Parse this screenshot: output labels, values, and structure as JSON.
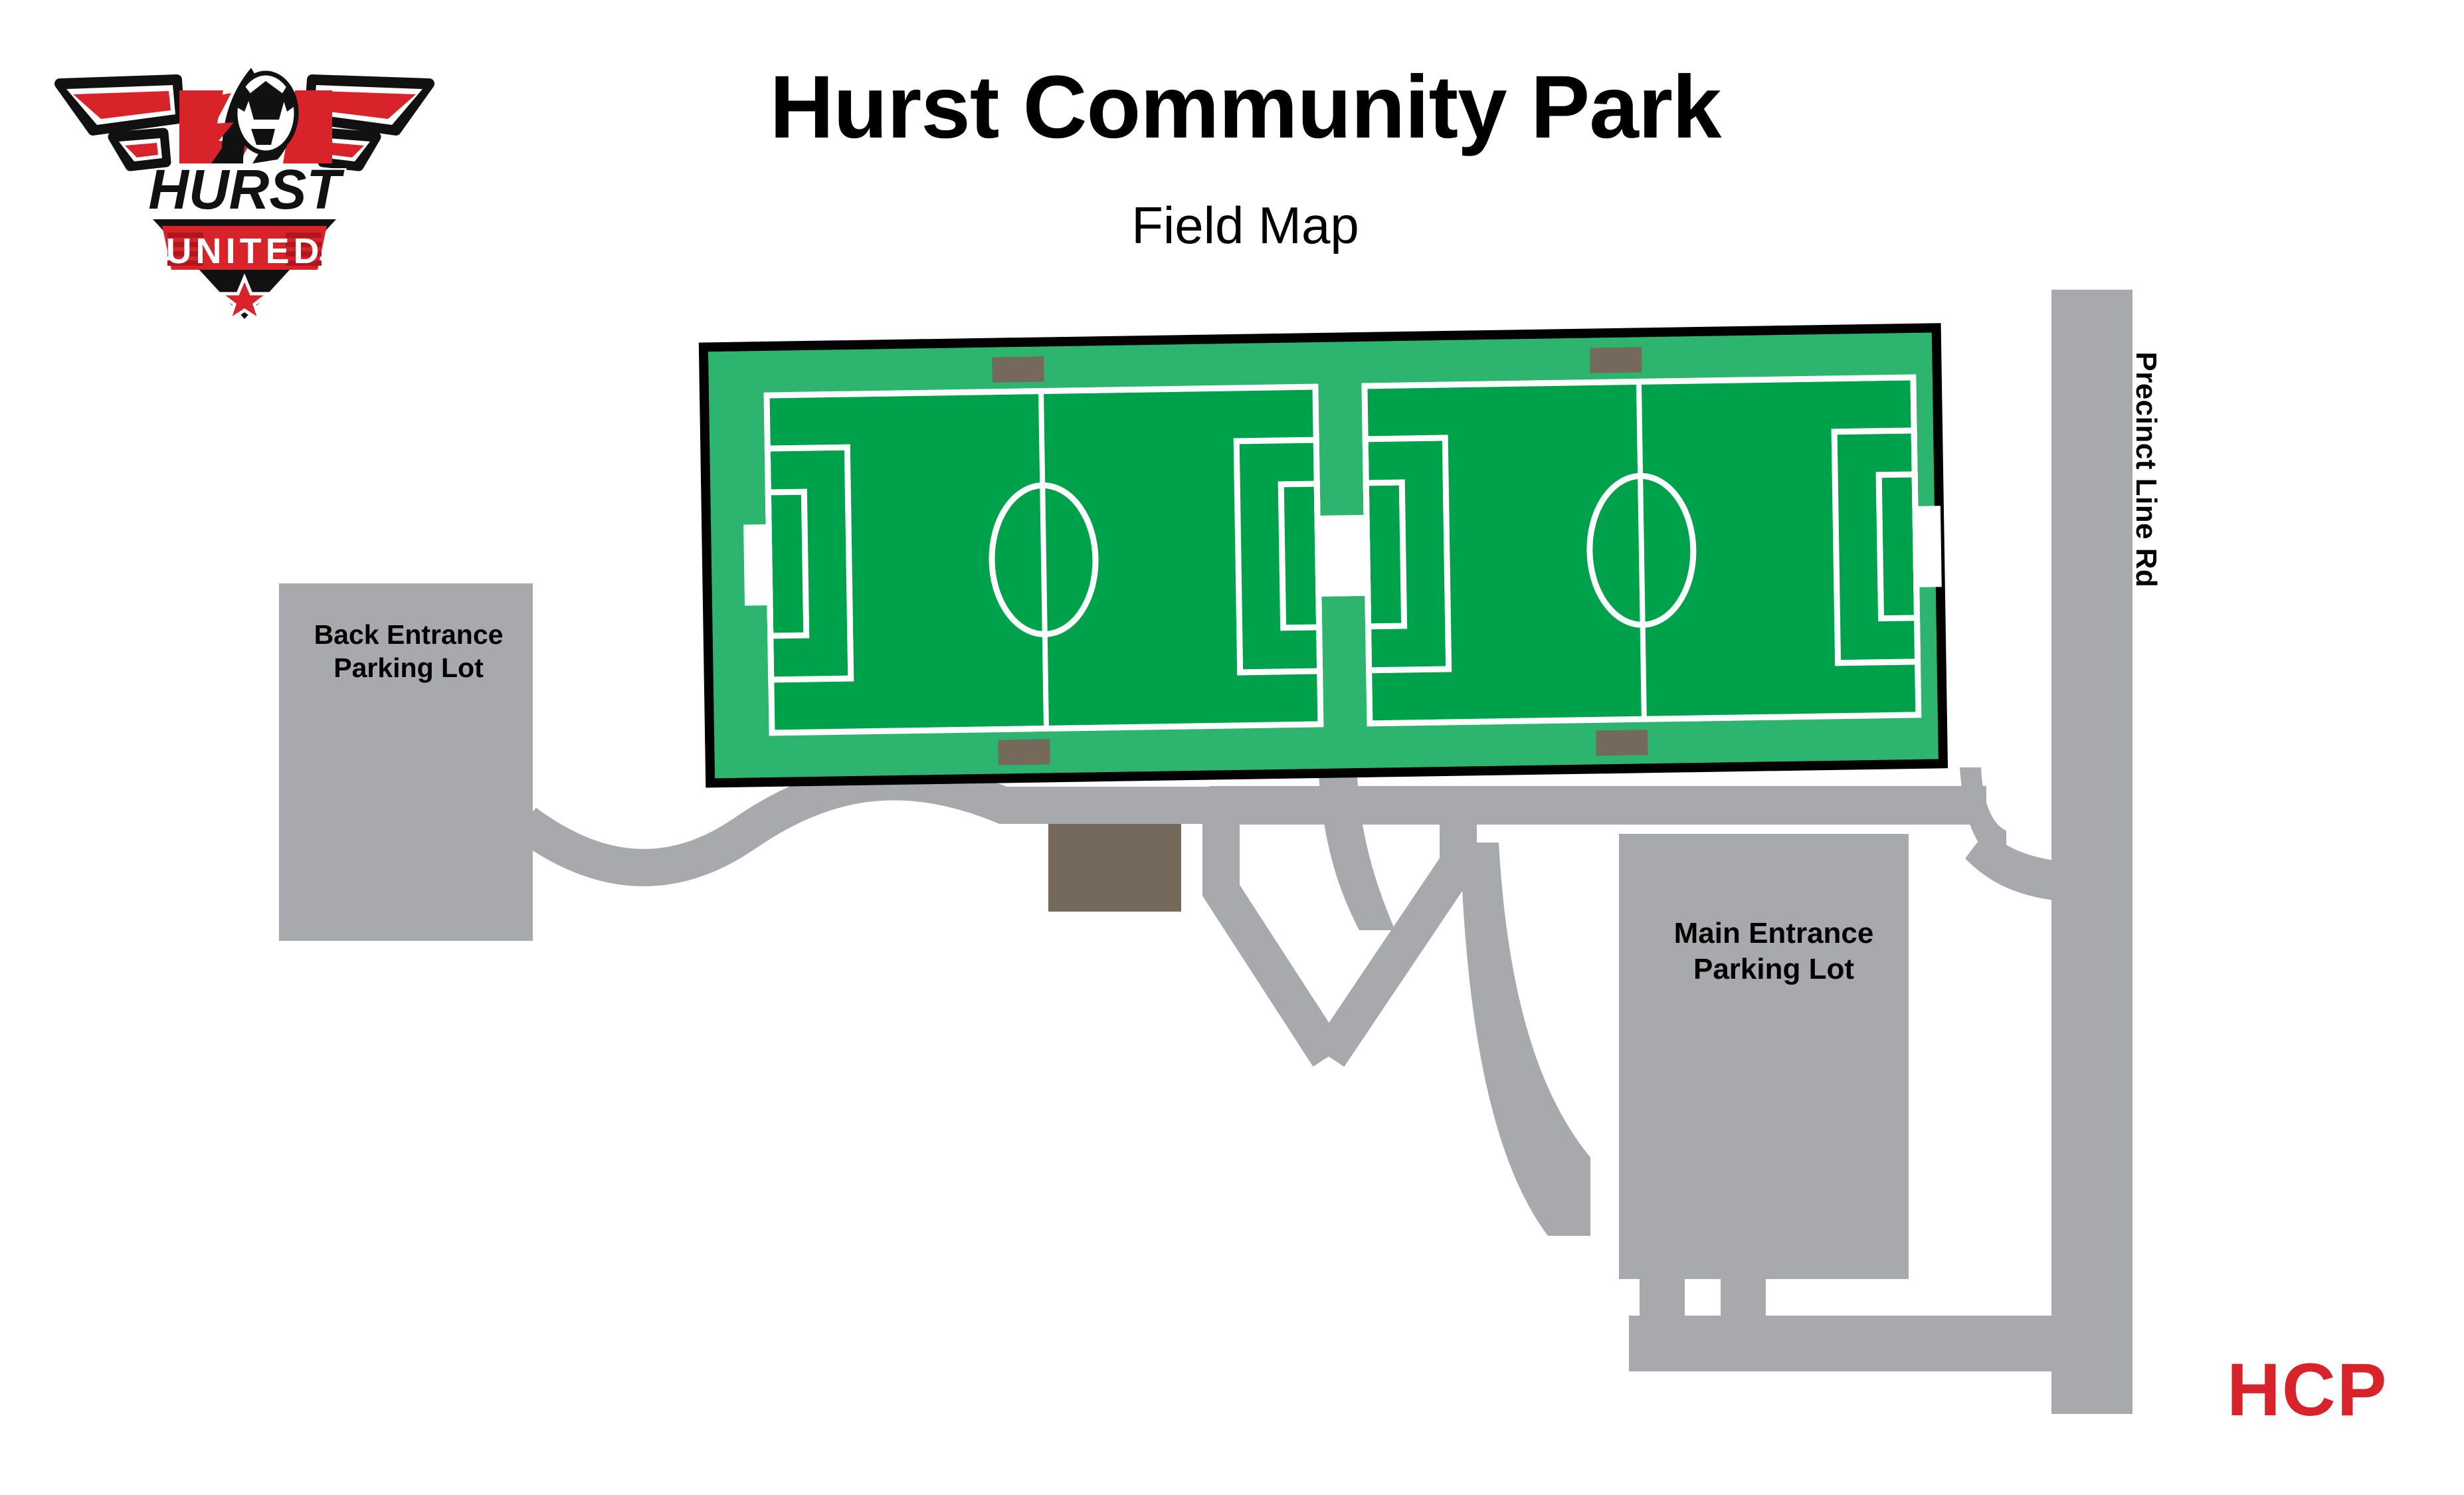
{
  "header": {
    "title": "Hurst Community Park",
    "subtitle": "Field Map"
  },
  "logo": {
    "club_name": "HURST",
    "club_suffix": "UNITED",
    "alt": "hurst-united-soccer-crest",
    "colors": {
      "red": "#D8232A",
      "black": "#111111",
      "white": "#FFFFFF"
    }
  },
  "map": {
    "colors": {
      "background": "#FFFFFF",
      "pavement": "#A7A9AC",
      "turf_light": "#2DB46E",
      "field_green": "#00A14B",
      "field_line": "#FFFFFF",
      "field_border": "#000000",
      "building_brown": "#75695C",
      "goal_white": "#FFFFFF"
    },
    "features": {
      "field_complex": {
        "name": "Soccer Field Complex",
        "field_count": 2
      },
      "back_parking_lot": {
        "label": "Back Entrance\nParking Lot"
      },
      "main_parking_lot": {
        "label": "Main Entrance\nParking Lot"
      },
      "road": {
        "label": "Precinct Line Rd"
      },
      "restroom_building": {
        "name": "restroom-concession-building"
      },
      "walking_paths": {
        "name": "walking-paths"
      }
    }
  },
  "footer": {
    "mark": "HCP"
  }
}
